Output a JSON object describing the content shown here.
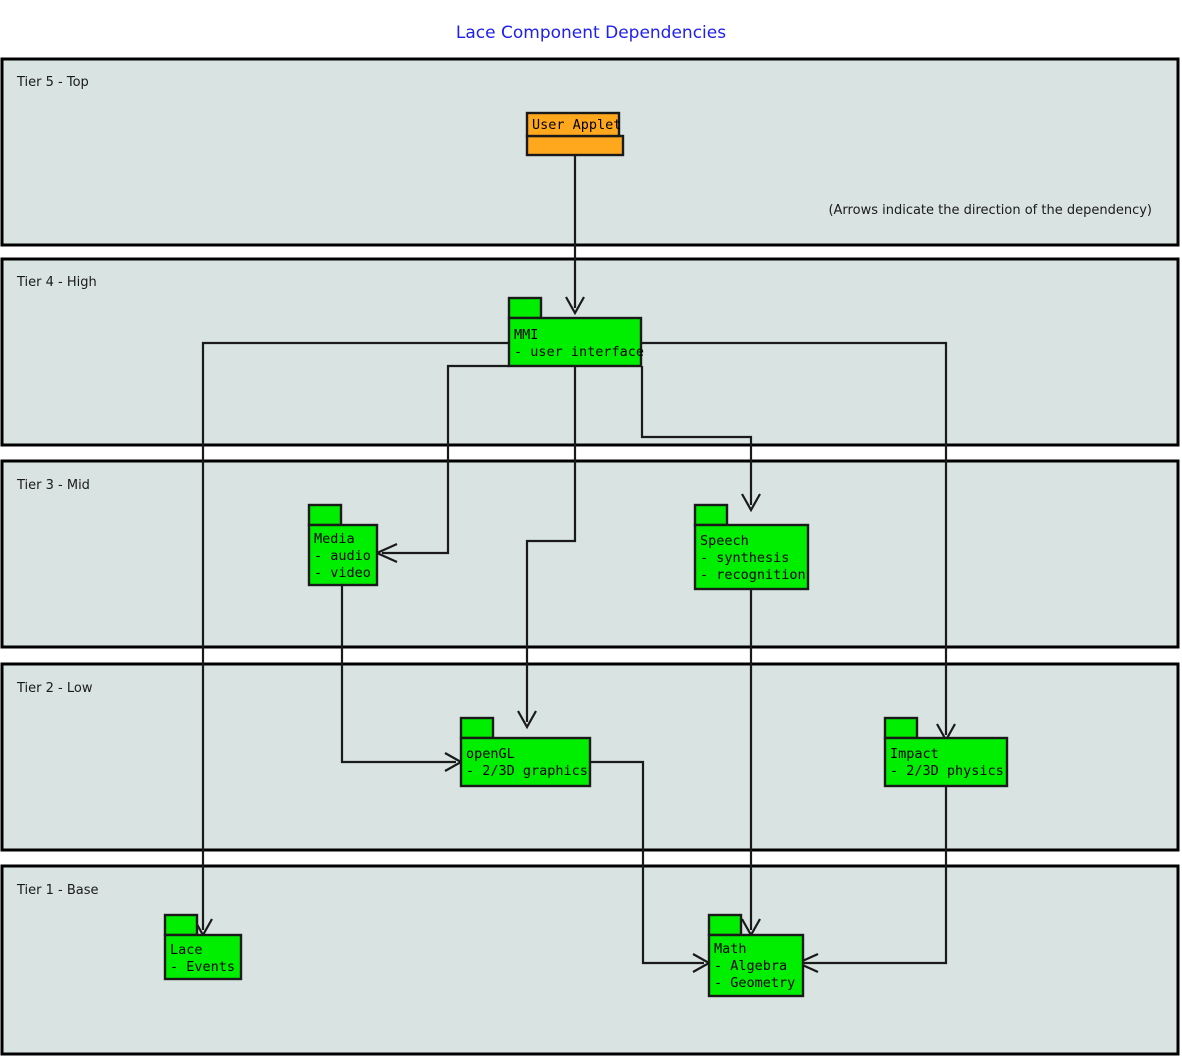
{
  "title": "Lace Component Dependencies",
  "note": "(Arrows indicate the direction of the dependency)",
  "colors": {
    "title": "#2020ee",
    "tier_fill": "#d8e3e2",
    "tier_stroke": "#000000",
    "package_green": "#00ee00",
    "package_orange": "#ffa81e",
    "line": "#1a1a1a"
  },
  "tiers": [
    {
      "label": "Tier 5 - Top"
    },
    {
      "label": "Tier 4 - High"
    },
    {
      "label": "Tier 3 - Mid"
    },
    {
      "label": "Tier 2 - Low"
    },
    {
      "label": "Tier 1 - Base"
    }
  ],
  "packages": [
    {
      "name": "User Applet",
      "lines": [
        "User Applet"
      ],
      "tier": "Tier 5 - Top",
      "color": "#ffa81e"
    },
    {
      "name": "MMI",
      "lines": [
        "MMI",
        "- user interface"
      ],
      "tier": "Tier 4 - High",
      "color": "#00ee00"
    },
    {
      "name": "Media",
      "lines": [
        "Media",
        "- audio",
        "- video"
      ],
      "tier": "Tier 3 - Mid",
      "color": "#00ee00"
    },
    {
      "name": "Speech",
      "lines": [
        "Speech",
        "- synthesis",
        "- recognition"
      ],
      "tier": "Tier 3 - Mid",
      "color": "#00ee00"
    },
    {
      "name": "openGL",
      "lines": [
        "openGL",
        "- 2/3D graphics"
      ],
      "tier": "Tier 2 - Low",
      "color": "#00ee00"
    },
    {
      "name": "Impact",
      "lines": [
        "Impact",
        "- 2/3D physics"
      ],
      "tier": "Tier 2 - Low",
      "color": "#00ee00"
    },
    {
      "name": "Lace",
      "lines": [
        "Lace",
        "- Events"
      ],
      "tier": "Tier 1 - Base",
      "color": "#00ee00"
    },
    {
      "name": "Math",
      "lines": [
        "Math",
        "- Algebra",
        "- Geometry"
      ],
      "tier": "Tier 1 - Base",
      "color": "#00ee00"
    }
  ],
  "dependencies": [
    {
      "from": "User Applet",
      "to": "MMI"
    },
    {
      "from": "MMI",
      "to": "Media"
    },
    {
      "from": "MMI",
      "to": "Speech"
    },
    {
      "from": "MMI",
      "to": "openGL"
    },
    {
      "from": "MMI",
      "to": "Impact"
    },
    {
      "from": "MMI",
      "to": "Lace"
    },
    {
      "from": "Media",
      "to": "openGL"
    },
    {
      "from": "Speech",
      "to": "Math"
    },
    {
      "from": "openGL",
      "to": "Math"
    },
    {
      "from": "Impact",
      "to": "Math"
    }
  ]
}
